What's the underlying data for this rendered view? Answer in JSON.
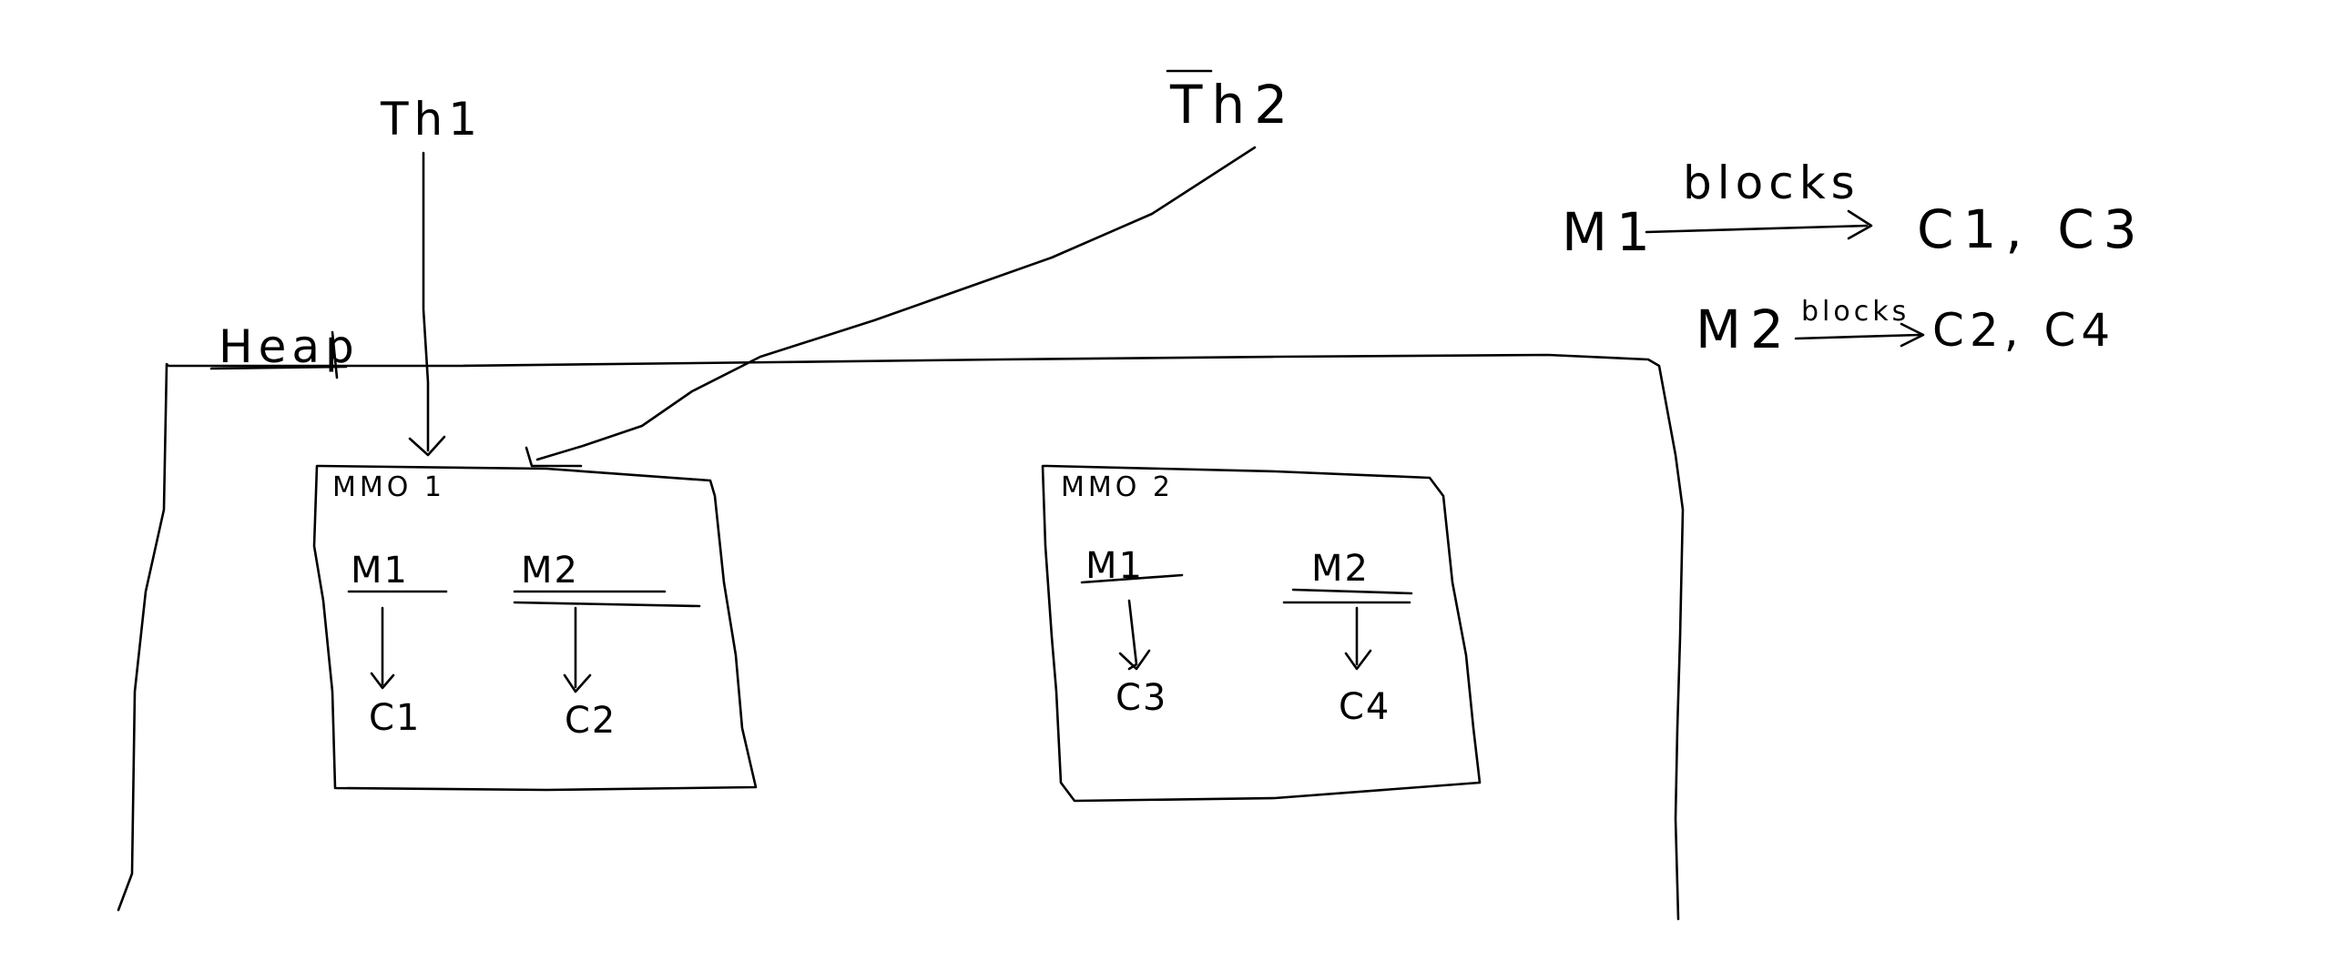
{
  "threads": {
    "th1": "Th1",
    "th2": "Th2"
  },
  "heap_label": "Heap",
  "objects": [
    {
      "title": "MMO 1",
      "monitors": [
        {
          "label": "M1",
          "target": "C1"
        },
        {
          "label": "M2",
          "target": "C2"
        }
      ]
    },
    {
      "title": "MMO 2",
      "monitors": [
        {
          "label": "M1",
          "target": "C3"
        },
        {
          "label": "M2",
          "target": "C4"
        }
      ]
    }
  ],
  "legend": [
    {
      "monitor": "M1",
      "relation": "blocks",
      "targets": "C1, C3"
    },
    {
      "monitor": "M2",
      "relation": "blocks",
      "targets": "C2, C4"
    }
  ]
}
